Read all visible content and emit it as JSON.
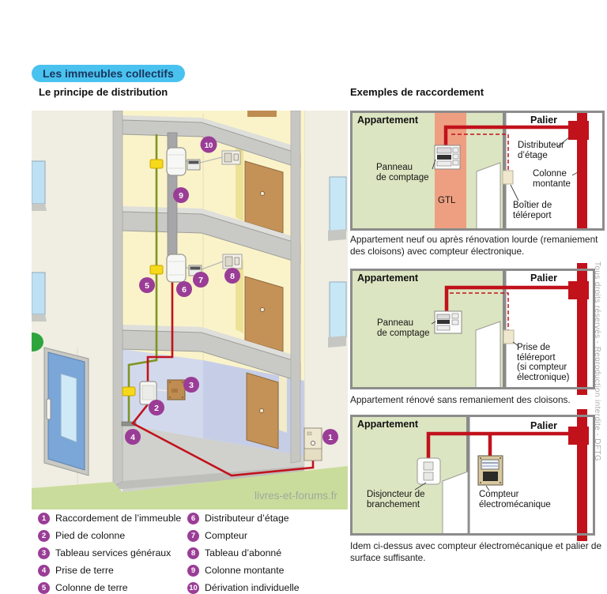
{
  "page": {
    "title_pill": "Les immeubles collectifs",
    "left_heading": "Le principe de distribution",
    "right_heading": "Exemples de raccordement",
    "site_watermark": "livres-et-forums.fr",
    "side_watermark": "Tous droits réservés - Reproduction interdite - DFTG"
  },
  "colors": {
    "pill_blue": "#4AC2EF",
    "accent_red": "#C1121C",
    "marker_purple": "#9A3D96",
    "apartment_green": "#DBE5C1",
    "gtl_salmon": "#EF9F81",
    "wall_yellow": "#FAF3CA",
    "grass_green": "#CADC9B"
  },
  "building": {
    "markers": [
      "1",
      "2",
      "3",
      "4",
      "5",
      "6",
      "7",
      "8",
      "9",
      "10"
    ]
  },
  "legend": {
    "items": [
      {
        "num": "1",
        "label": "Raccordement de l’immeuble"
      },
      {
        "num": "2",
        "label": "Pied de colonne"
      },
      {
        "num": "3",
        "label": "Tableau services généraux"
      },
      {
        "num": "4",
        "label": "Prise de terre"
      },
      {
        "num": "5",
        "label": "Colonne de terre"
      },
      {
        "num": "6",
        "label": "Distributeur d’étage"
      },
      {
        "num": "7",
        "label": "Compteur"
      },
      {
        "num": "8",
        "label": "Tableau d’abonné"
      },
      {
        "num": "9",
        "label": "Colonne montante"
      },
      {
        "num": "10",
        "label": "Dérivation individuelle"
      }
    ]
  },
  "schematics": {
    "s1": {
      "apartment": "Appartement",
      "palier": "Palier",
      "panneau": "Panneau\nde comptage",
      "gtl": "GTL",
      "distributeur": "Distributeur\nd’étage",
      "colonne": "Colonne\nmontante",
      "boitier": "Boîtier de\ntéléreport",
      "caption": "Appartement neuf ou après rénovation lourde (remaniement des cloisons) avec compteur électronique."
    },
    "s2": {
      "apartment": "Appartement",
      "palier": "Palier",
      "panneau": "Panneau\nde comptage",
      "prise": "Prise de\ntéléreport\n(si compteur\nélectronique)",
      "caption": "Appartement rénové sans remaniement des cloisons."
    },
    "s3": {
      "apartment": "Appartement",
      "palier": "Palier",
      "disjoncteur": "Disjoncteur de\nbranchement",
      "compteur": "Compteur\nélectromécanique",
      "caption": "Idem ci-dessus avec compteur électromécanique et palier de surface suffisante."
    }
  }
}
